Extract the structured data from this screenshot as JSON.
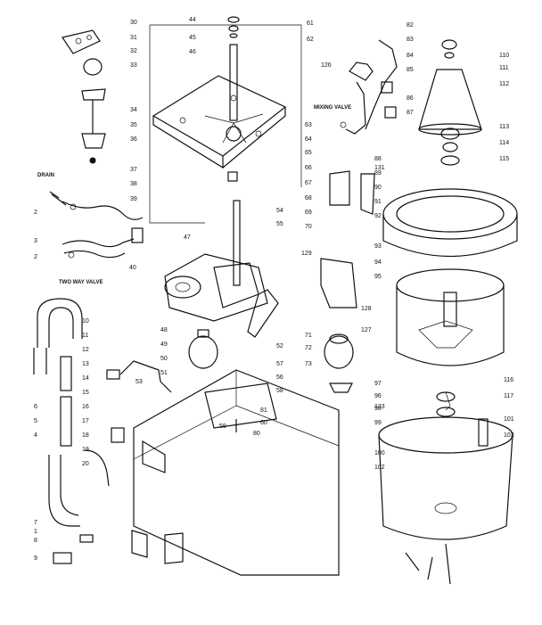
{
  "labels": {
    "drain": "DRAIN",
    "mixing_valve": "MIXING VALVE",
    "two_way_valve": "TWO WAY VALVE"
  },
  "callouts": [
    "30",
    "31",
    "32",
    "33",
    "34",
    "35",
    "36",
    "37",
    "38",
    "39",
    "2",
    "3",
    "2",
    "40",
    "44",
    "45",
    "46",
    "47",
    "48",
    "49",
    "50",
    "51",
    "52",
    "53",
    "54",
    "55",
    "56",
    "57",
    "58",
    "59",
    "60",
    "61",
    "62",
    "63",
    "64",
    "65",
    "66",
    "67",
    "68",
    "69",
    "70",
    "71",
    "72",
    "73",
    "80",
    "81",
    "82",
    "83",
    "84",
    "85",
    "86",
    "87",
    "88",
    "89",
    "90",
    "91",
    "92",
    "93",
    "94",
    "95",
    "96",
    "97",
    "98",
    "99",
    "100",
    "101",
    "102",
    "103",
    "110",
    "111",
    "112",
    "113",
    "114",
    "115",
    "116",
    "117",
    "126",
    "127",
    "128",
    "129",
    "131",
    "133",
    "1",
    "4",
    "5",
    "6",
    "7",
    "8",
    "9",
    "10",
    "11",
    "12",
    "13",
    "14",
    "15",
    "16",
    "17",
    "18",
    "19",
    "20"
  ]
}
